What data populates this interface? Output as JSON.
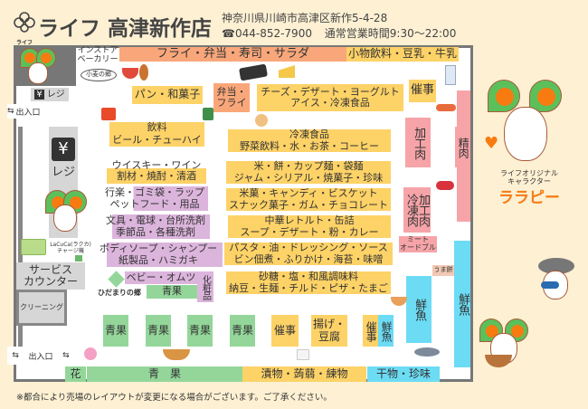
{
  "header": {
    "logo_text": "ライフ",
    "store_name": "ライフ 高津新作店",
    "address": "神奈川県川崎市高津区新作5-4-28",
    "phone_icon": "☎",
    "phone": "044-852-7900",
    "hours": "通常営業時間9:30～22:00"
  },
  "map": {
    "instore_bakery": "インストア\nベーカリー",
    "bakery_logo": "小麦の郷",
    "top_deli": "フライ・弁当・寿司・サラダ",
    "top_drinks": "小物飲料・豆乳・牛乳",
    "register_small": "レジ",
    "yen": "¥",
    "entrance_top": "出入口",
    "register_big": "レジ",
    "lacuca": "LaCuCa(ラクカ)\nチャージ機",
    "service_counter": "サービス\nカウンター",
    "cleaning": "クリーニング",
    "entrance_bottom": "出入口",
    "bread": "パン・和菓子",
    "bento": "弁当・\nフライ",
    "cheese": "チーズ・デザート・ヨーグルト\nアイス・冷凍食品",
    "event_top": "催事",
    "drinks": "飲料",
    "beer": "ビール・チューハイ",
    "whisky": "ウイスキー・ワイン\n割材・焼酎・清酒",
    "outdoor": "行楽・ゴミ袋・ラップ\nペットフード・用品",
    "stationery": "文具・電球・台所洗剤\n季節品・各種洗剤",
    "body": "ボディソープ・シャンプー\n紙製品・ハミガキ",
    "baby": "ベビー・オムツ",
    "produce_small": "青果",
    "cosmetics": "化粧品",
    "hidamari": "ひだまりの郷",
    "frozen": "冷凍食品\n野菜飲料・水・お茶・コーヒー",
    "rice": "米・餅・カップ麺・袋麺\nジャム・シリアル・焼菓子・珍味",
    "snacks": "米菓・キャンディ・ビスケット\nスナック菓子・ガム・チョコレート",
    "chinese": "中華レトルト・缶詰\nスープ・デザート・粉・カレー",
    "pasta": "パスタ・油・ドレッシング・ソース\nビン佃煮・ふりかけ・海苔・味噌",
    "sugar": "砂糖・塩・和風調味料\n納豆・生麺・チルド・ピザ・たまご",
    "processed_meat": "加工肉",
    "frozen_meat": "加工肉\n冷凍肉",
    "meat_hors": "ミート\nオードブル",
    "fresh_meat": "精肉",
    "fresh_fish_center": "鮮魚",
    "fresh_fish_right": "鮮魚",
    "umamochi": "うま餅",
    "produce_aisles": [
      "青果",
      "青果",
      "青果",
      "青果"
    ],
    "event_bottom": "催事",
    "tofu": "揚げ・\n豆腐",
    "event_bottom2": "催事",
    "fish_bottom": "鮮魚",
    "flowers": "花",
    "produce_bottom": "青　果",
    "pickles": "漬物・蒟蒻・練物",
    "dried": "干物・珍味"
  },
  "character": {
    "caption": "ライフオリジナル\nキャラクター",
    "name": "ララピー"
  },
  "footnote": "※都合により売場のレイアウトが変更になる場合がございます。ご了承ください。",
  "colors": {
    "deli": "#f9a77a",
    "grocery": "#fdd267",
    "household": "#dcb5dc",
    "produce": "#94d69a",
    "meat": "#f6a4a8",
    "fish": "#6cdcf5",
    "brand_orange": "#f77b10"
  }
}
